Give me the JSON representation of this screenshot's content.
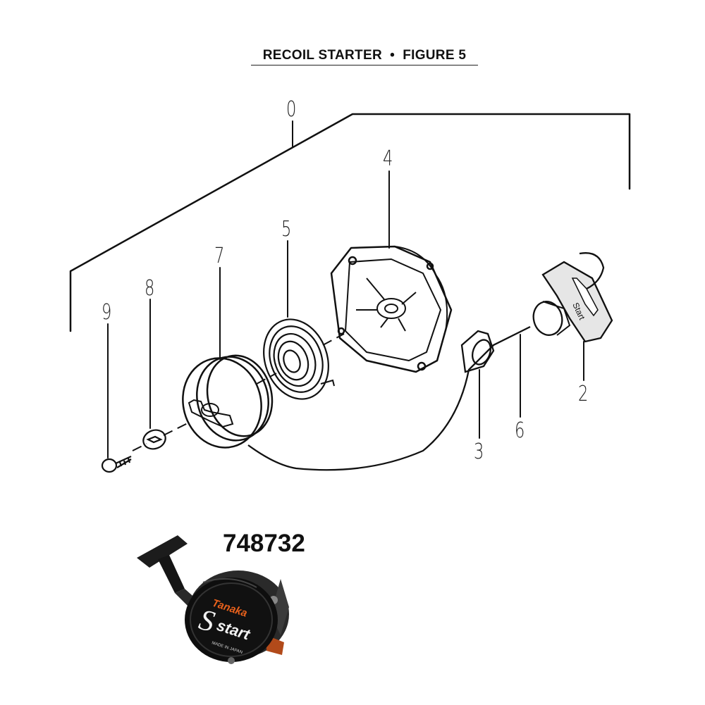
{
  "page_title": "RECOIL STARTER  •  FIGURE 5",
  "callouts": {
    "c0": "0",
    "c2": "2",
    "c3": "3",
    "c4": "4",
    "c5": "5",
    "c6": "6",
    "c7": "7",
    "c8": "8",
    "c9": "9"
  },
  "handle_text": "Start",
  "part_number": "748732",
  "photo": {
    "brand": "Tanaka",
    "logo_s": "S",
    "logo_word": "start",
    "made_in": "MADE IN JAPAN"
  },
  "colors": {
    "line": "#111111",
    "brand_orange": "#e8611c",
    "body_black": "#0e0e0e"
  }
}
